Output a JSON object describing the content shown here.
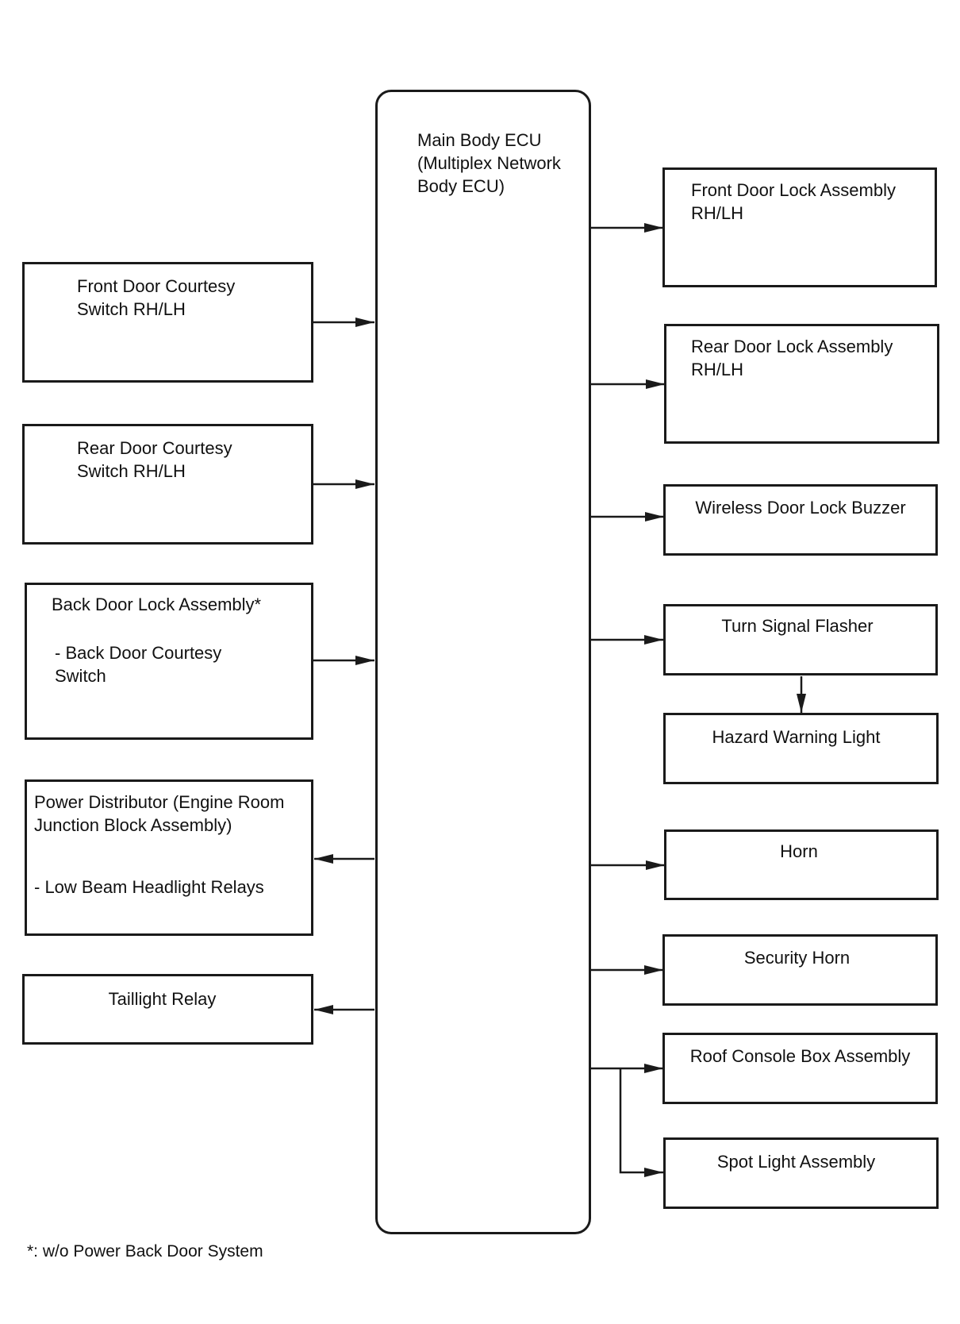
{
  "ecu": {
    "label": "Main Body ECU\n(Multiplex Network\nBody ECU)"
  },
  "inputs": [
    {
      "id": "front-door-courtesy-switch",
      "label": "Front Door Courtesy\nSwitch RH/LH"
    },
    {
      "id": "rear-door-courtesy-switch",
      "label": "Rear Door Courtesy\nSwitch RH/LH"
    },
    {
      "id": "back-door-lock-assembly",
      "label": "Back Door Lock Assembly*",
      "sub": "- Back Door Courtesy\nSwitch"
    }
  ],
  "left_outputs": [
    {
      "id": "power-distributor",
      "label": "Power Distributor (Engine Room\nJunction Block Assembly)",
      "sub": "- Low Beam Headlight Relays"
    },
    {
      "id": "taillight-relay",
      "label": "Taillight Relay"
    }
  ],
  "right_outputs": [
    {
      "id": "front-door-lock-assembly",
      "label": "Front Door Lock Assembly\nRH/LH"
    },
    {
      "id": "rear-door-lock-assembly",
      "label": "Rear Door Lock Assembly\nRH/LH"
    },
    {
      "id": "wireless-door-lock-buzzer",
      "label": "Wireless Door Lock Buzzer"
    },
    {
      "id": "turn-signal-flasher",
      "label": "Turn Signal Flasher"
    },
    {
      "id": "hazard-warning-light",
      "label": "Hazard Warning Light"
    },
    {
      "id": "horn",
      "label": "Horn"
    },
    {
      "id": "security-horn",
      "label": "Security Horn"
    },
    {
      "id": "roof-console-box-assembly",
      "label": "Roof Console Box Assembly"
    },
    {
      "id": "spot-light-assembly",
      "label": "Spot Light Assembly"
    }
  ],
  "footnote": "*: w/o Power Back Door System"
}
